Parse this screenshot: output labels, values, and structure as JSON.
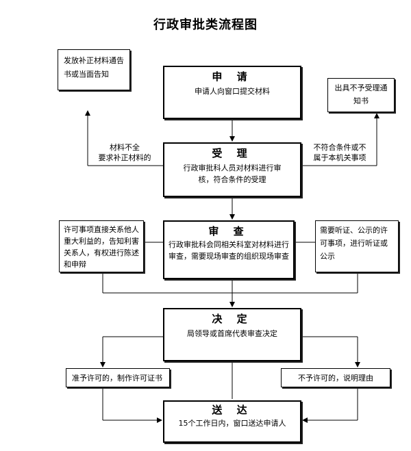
{
  "title": "行政审批类流程图",
  "steps": [
    {
      "heading": "申 请",
      "body": "申请人向窗口提交材料"
    },
    {
      "heading": "受 理",
      "body": "行政审批科人员对材料进行审核，符合条件的受理"
    },
    {
      "heading": "审 查",
      "body": "行政审批科会同相关科室对材料进行审查，需要现场审查的组织现场审查"
    },
    {
      "heading": "决 定",
      "body": "局领导或首席代表审查决定"
    },
    {
      "heading": "送 达",
      "body": "15个工作日内，窗口送达申请人"
    }
  ],
  "side_notes": {
    "correction_notice": "发放补正材料通告书或当面告知",
    "rejection_notice": "出具不予受理通知书",
    "third_party_interest": "许可事项直接关系他人重大利益的，告知利害关系人，有权进行陈述和申辩",
    "hearing_notice": "需要听证、公示的许可事项，进行听证或公示",
    "approved": "准予许可的，制作许可证书",
    "denied": "不予许可的，说明理由"
  },
  "edge_labels": {
    "incomplete": "材料不全\n要求补正材料的",
    "not_eligible": "不符合条件或不\n属于本机关事项"
  }
}
